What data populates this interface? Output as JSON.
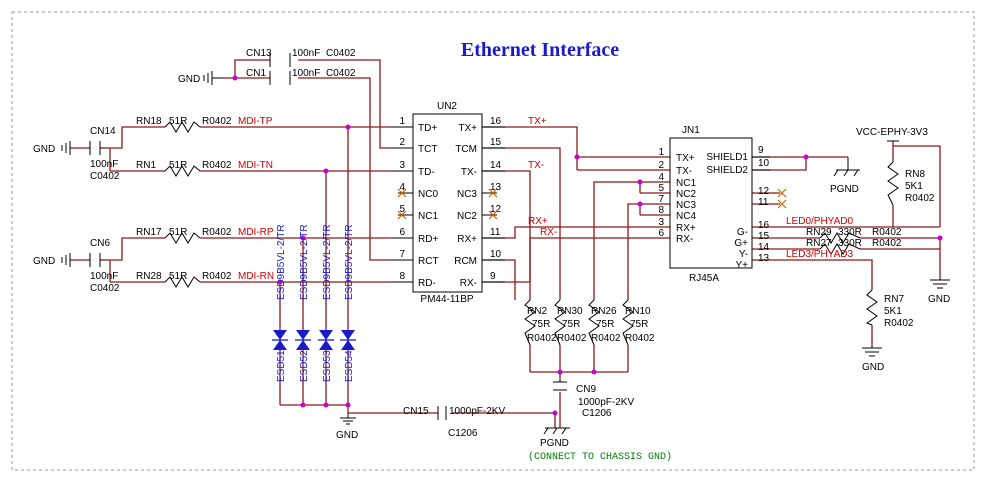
{
  "title": "Ethernet Interface",
  "un2": {
    "ref": "UN2",
    "part": "PM44-11BP",
    "left_pins": [
      {
        "num": "1",
        "name": "TD+"
      },
      {
        "num": "2",
        "name": "TCT"
      },
      {
        "num": "3",
        "name": "TD-"
      },
      {
        "num": "4",
        "name": "NC0"
      },
      {
        "num": "5",
        "name": "NC1"
      },
      {
        "num": "6",
        "name": "RD+"
      },
      {
        "num": "7",
        "name": "RCT"
      },
      {
        "num": "8",
        "name": "RD-"
      }
    ],
    "right_pins": [
      {
        "num": "16",
        "name": "TX+"
      },
      {
        "num": "15",
        "name": "TCM"
      },
      {
        "num": "14",
        "name": "TX-"
      },
      {
        "num": "13",
        "name": "NC3"
      },
      {
        "num": "12",
        "name": "NC2"
      },
      {
        "num": "11",
        "name": "RX+"
      },
      {
        "num": "10",
        "name": "RCM"
      },
      {
        "num": "9",
        "name": "RX-"
      }
    ]
  },
  "jn1": {
    "ref": "JN1",
    "part": "RJ45A",
    "left_pins": [
      {
        "num": "1",
        "name": "TX+"
      },
      {
        "num": "2",
        "name": "TX-"
      },
      {
        "num": "4",
        "name": "NC1"
      },
      {
        "num": "5",
        "name": "NC2"
      },
      {
        "num": "7",
        "name": "NC3"
      },
      {
        "num": "8",
        "name": "NC4"
      },
      {
        "num": "3",
        "name": "RX+"
      },
      {
        "num": "6",
        "name": "RX-"
      }
    ],
    "right_pins": [
      {
        "num": "9",
        "name": "SHIELD1"
      },
      {
        "num": "10",
        "name": "SHIELD2"
      },
      {
        "num": "12",
        "name": ""
      },
      {
        "num": "11",
        "name": ""
      },
      {
        "num": "16",
        "name": "G-"
      },
      {
        "num": "15",
        "name": "G+"
      },
      {
        "num": "14",
        "name": "Y-"
      },
      {
        "num": "13",
        "name": "Y+"
      }
    ]
  },
  "nets": {
    "mdi_tp": "MDI-TP",
    "mdi_tn": "MDI-TN",
    "mdi_rp": "MDI-RP",
    "mdi_rn": "MDI-RN",
    "tx_p": "TX+",
    "tx_n": "TX-",
    "rx_p": "RX+",
    "rx_n": "RX-",
    "led0": "LED0/PHYAD0",
    "led3": "LED3/PHYAD3"
  },
  "power": {
    "gnd": "GND",
    "pgnd": "PGND",
    "vcc": "VCC-EPHY-3V3",
    "chassis_note": "(CONNECT TO CHASSIS GND)"
  },
  "series_resistors": [
    {
      "ref": "RN18",
      "value": "51R",
      "footprint": "R0402"
    },
    {
      "ref": "RN1",
      "value": "51R",
      "footprint": "R0402"
    },
    {
      "ref": "RN17",
      "value": "51R",
      "footprint": "R0402"
    },
    {
      "ref": "RN28",
      "value": "51R",
      "footprint": "R0402"
    }
  ],
  "termination_resistors": [
    {
      "ref": "RN2",
      "value": "75R",
      "footprint": "R0402"
    },
    {
      "ref": "RN30",
      "value": "75R",
      "footprint": "R0402"
    },
    {
      "ref": "RN26",
      "value": "75R",
      "footprint": "R0402"
    },
    {
      "ref": "RN10",
      "value": "75R",
      "footprint": "R0402"
    }
  ],
  "led_resistors": [
    {
      "ref": "RN29",
      "value": "330R",
      "footprint": "R0402"
    },
    {
      "ref": "RN27",
      "value": "330R",
      "footprint": "R0402"
    }
  ],
  "pull_resistors": [
    {
      "ref": "RN8",
      "value": "5K1",
      "footprint": "R0402"
    },
    {
      "ref": "RN7",
      "value": "5K1",
      "footprint": "R0402"
    }
  ],
  "capacitors": {
    "cn13": {
      "ref": "CN13",
      "value": "100nF",
      "footprint": "C0402"
    },
    "cn1": {
      "ref": "CN1",
      "value": "100nF",
      "footprint": "C0402"
    },
    "cn14": {
      "ref": "CN14",
      "value": "100nF",
      "footprint": "C0402"
    },
    "cn6": {
      "ref": "CN6",
      "value": "100nF",
      "footprint": "C0402"
    },
    "cn15": {
      "ref": "CN15",
      "value": "1000pF-2KV",
      "footprint": "C1206"
    },
    "cn9": {
      "ref": "CN9",
      "value": "1000pF-2KV",
      "footprint": "C1206"
    }
  },
  "esd": [
    {
      "ref": "ESD51",
      "part": "ESD9B5VL-2/TR"
    },
    {
      "ref": "ESD52",
      "part": "ESD9B5VL-2/TR"
    },
    {
      "ref": "ESD53",
      "part": "ESD9B5VL-2/TR"
    },
    {
      "ref": "ESD54",
      "part": "ESD9B5VL-2/TR"
    }
  ]
}
